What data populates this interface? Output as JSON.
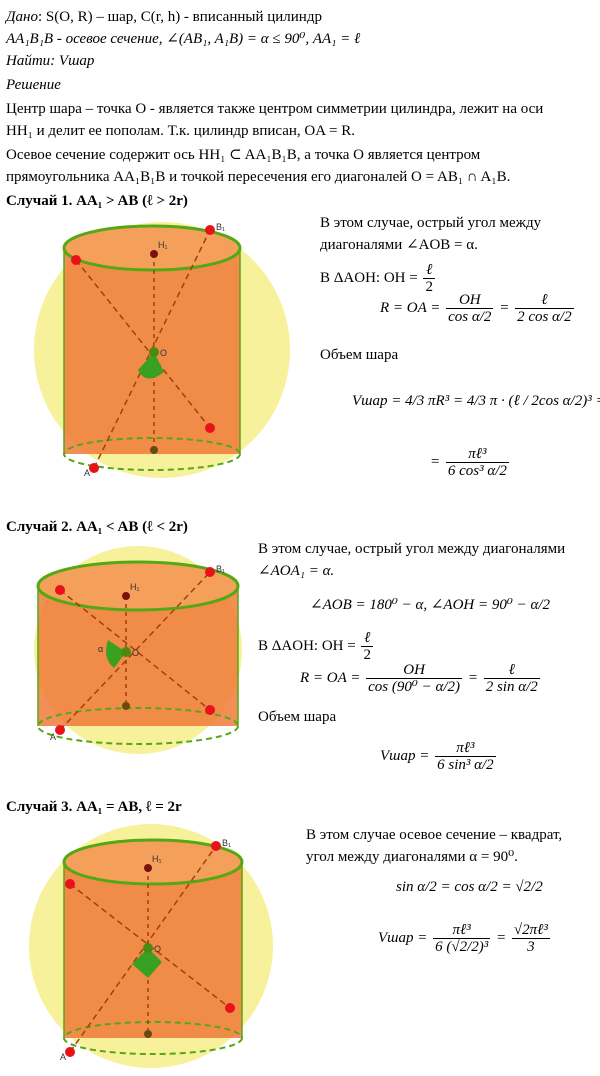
{
  "given_label": "Дано",
  "given_text": ": S(O, R) – шар, C(r, h) - вписанный цилиндр",
  "given_line2": "AA₁B₁B - осевое сечение, ∠(AB₁, A₁B) = α ≤ 90⁰,  AA₁ = ℓ",
  "find_label": "Найти",
  "find_text": ": Vшар",
  "solution_label": "Решение",
  "sol_p1a": "Центр шара – точка O - является также центром симметрии цилиндра, лежит на оси",
  "sol_p1b": "HH₁ и делит ее пополам. Т.к. цилиндр вписан, OA = R.",
  "sol_p2a": "Осевое сечение содержит ось HH₁ ⊂ AA₁B₁B, а точка O является центром",
  "sol_p2b": "прямоугольника AA₁B₁B и точкой пересечения его диагоналей O = AB₁ ∩ A₁B.",
  "case1": {
    "title": "Случай 1. AA₁ > AB (ℓ > 2r)",
    "t1": "В этом случае, острый угол между",
    "t2": "диагоналями ∠AOB = α.",
    "t3": "В ΔAOH: OH =",
    "t3_num": "ℓ",
    "t3_den": "2",
    "r_left": "R = OA =",
    "r_num": "OH",
    "r_den": "cos α/2",
    "r_eq": "=",
    "r2_num": "ℓ",
    "r2_den": "2 cos α/2",
    "vol_label": "Объем шара",
    "v_left": "Vшар =",
    "v_mid": "4/3 πR³ = 4/3 π · (ℓ / 2cos α/2)³ =",
    "v_res_num": "πℓ³",
    "v_res_den": "6 cos³ α/2"
  },
  "case2": {
    "title": "Случай 2. AA₁ < AB (ℓ < 2r)",
    "t1": "В этом случае, острый угол между диагоналями",
    "t2": "∠AOA₁ = α.",
    "t3": "∠AOB = 180⁰ − α, ∠AOH = 90⁰ − α/2",
    "t4": "В ΔAOH: OH =",
    "t4_num": "ℓ",
    "t4_den": "2",
    "r_left": "R = OA =",
    "r_num": "OH",
    "r_den": "cos (90⁰ − α/2)",
    "r2_num": "ℓ",
    "r2_den": "2 sin α/2",
    "vol_label": "Объем шара",
    "v_left": "Vшар =",
    "v_num": "πℓ³",
    "v_den": "6 sin³ α/2"
  },
  "case3": {
    "title": "Случай 3. AA₁ = AB, ℓ = 2r",
    "t1": "В этом случае осевое сечение – квадрат,",
    "t2": "угол между диагоналями α = 90⁰.",
    "t3": "sin α/2 = cos α/2 = √2/2",
    "v_left": "Vшар =",
    "v_num": "πℓ³",
    "v_den": "6 (√2/2)³",
    "v_eq": "=",
    "v2_num": "√2πℓ³",
    "v2_den": "3"
  },
  "fig_labels": {
    "H1": "H₁",
    "B1": "B₁",
    "A": "A",
    "O": "O",
    "alpha": "α"
  },
  "colors": {
    "sphere": "#f6f19a",
    "cylinder": "#f07a3a",
    "rim": "#55a814",
    "point": "#e8121a"
  }
}
